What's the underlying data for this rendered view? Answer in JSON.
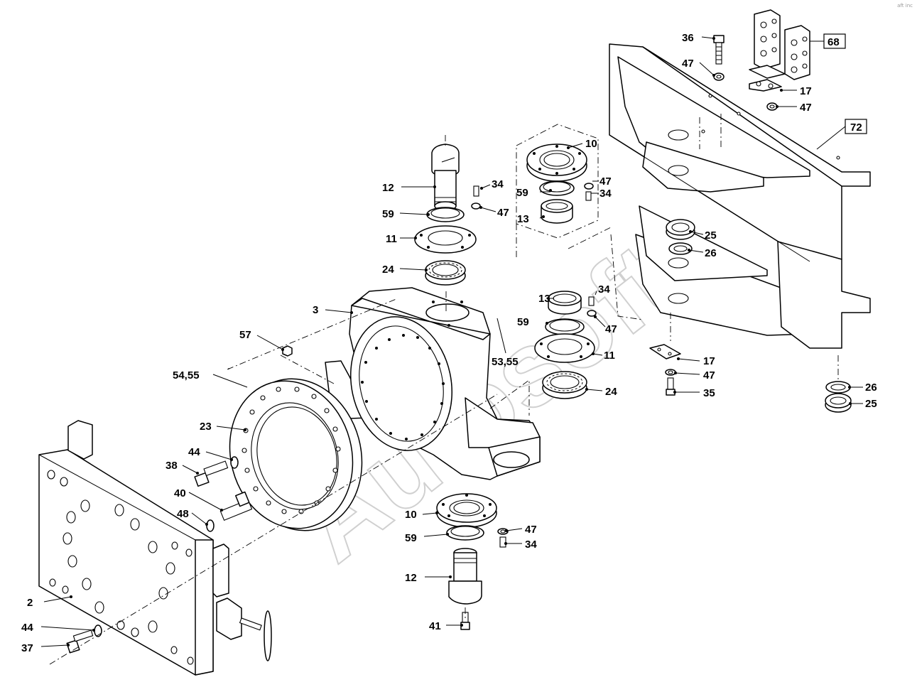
{
  "watermark": "Autosoft",
  "corner_mark": "aft inc",
  "labels": {
    "l36": "36",
    "l68": "68",
    "l47a": "47",
    "l17a": "17",
    "l47b": "47",
    "l72": "72",
    "l10a": "10",
    "l12a": "12",
    "l34a": "34",
    "l47c": "47",
    "l59a": "59",
    "l34b": "34",
    "l59b": "59",
    "l47d": "47",
    "l13a": "13",
    "l25a": "25",
    "l11a": "11",
    "l26a": "26",
    "l24a": "24",
    "l3": "3",
    "l13b": "13",
    "l34c": "34",
    "l59c": "59",
    "l47e": "47",
    "l57": "57",
    "l5355": "53,55",
    "l11b": "11",
    "l17b": "17",
    "l5455": "54,55",
    "l47f": "47",
    "l24b": "24",
    "l35": "35",
    "l26b": "26",
    "l25b": "25",
    "l23": "23",
    "l44a": "44",
    "l38": "38",
    "l40": "40",
    "l48": "48",
    "l10b": "10",
    "l47g": "47",
    "l59d": "59",
    "l34d": "34",
    "l12b": "12",
    "l2": "2",
    "l44b": "44",
    "l41": "41",
    "l37": "37"
  }
}
